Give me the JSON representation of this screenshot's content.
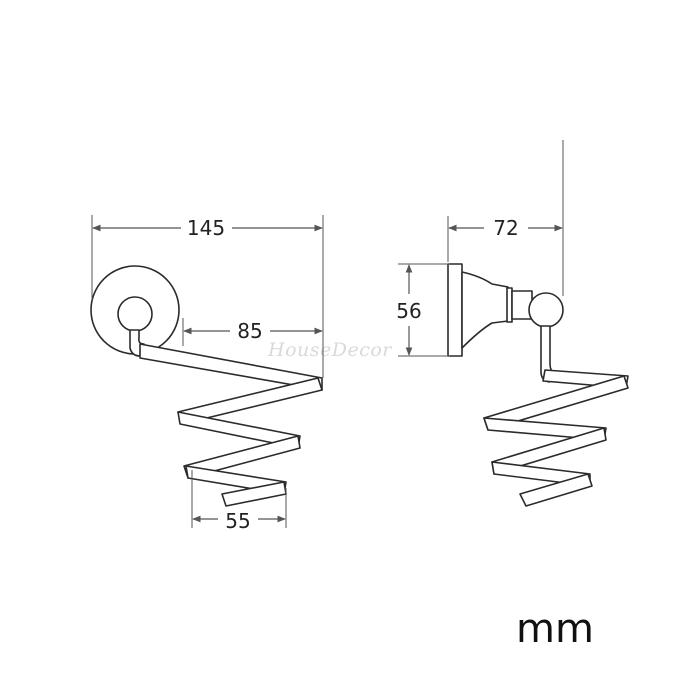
{
  "dimensions": {
    "front_overall_width": "145",
    "front_arm_length": "85",
    "front_coil_width": "55",
    "side_depth": "72",
    "side_base_height": "56"
  },
  "unit": "mm",
  "watermark": "HouseDecor",
  "colors": {
    "line": "#2b2b2b",
    "dimension": "#555555",
    "watermark": "#d9d9d9",
    "background": "#ffffff"
  }
}
